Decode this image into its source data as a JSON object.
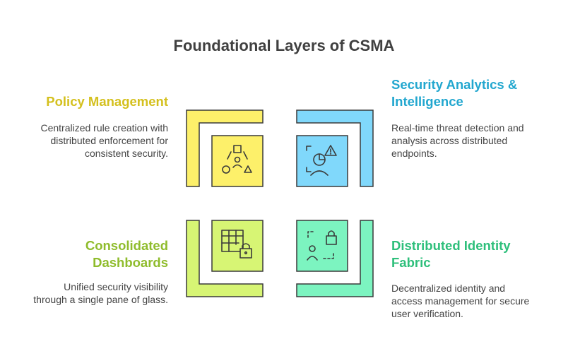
{
  "title": "Foundational Layers of CSMA",
  "quadrants": [
    {
      "heading": "Policy Management",
      "description": [
        "Centralized rule creation with",
        "distributed enforcement for",
        "consistent security."
      ],
      "color": "#d4c01e",
      "fill": "#fdf06a",
      "icon": "shapes-person-icon"
    },
    {
      "heading": [
        "Security Analytics &",
        "Intelligence"
      ],
      "description": [
        "Real-time threat detection and",
        "analysis across distributed",
        "endpoints."
      ],
      "color": "#22a7cf",
      "fill": "#80d8fb",
      "icon": "user-chart-warning-icon"
    },
    {
      "heading": [
        "Consolidated",
        "Dashboards"
      ],
      "description": [
        "Unified security visibility",
        "through a single pane of glass."
      ],
      "color": "#8fbc2c",
      "fill": "#d7f574",
      "icon": "grid-lock-icon"
    },
    {
      "heading": [
        "Distributed Identity",
        "Fabric"
      ],
      "description": [
        "Decentralized identity and",
        "access management for secure",
        "user verification."
      ],
      "color": "#2ebf7b",
      "fill": "#7cf4c0",
      "icon": "identity-lock-icon"
    }
  ]
}
